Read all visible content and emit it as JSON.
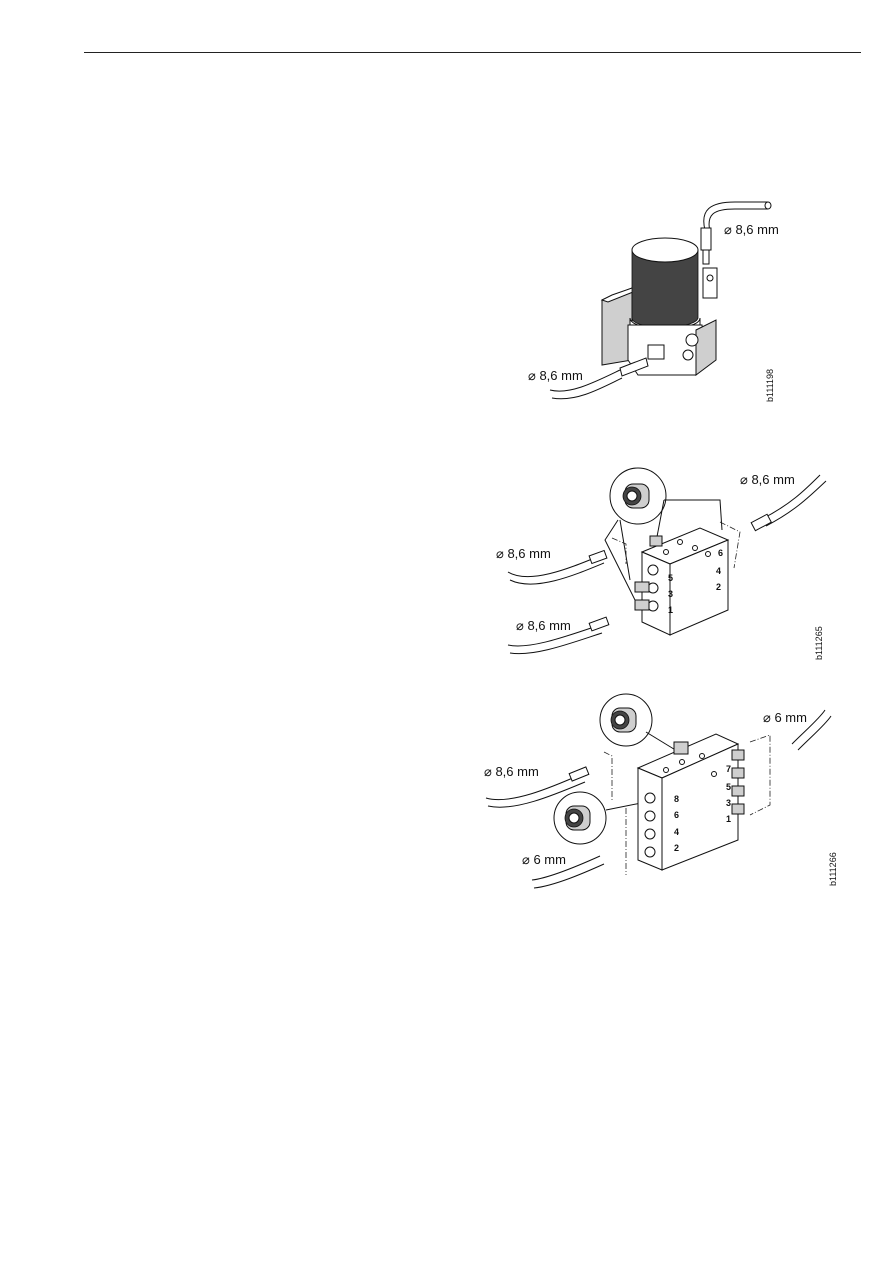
{
  "figures": [
    {
      "id": "pump",
      "code": "b111198",
      "labels": [
        "⌀ 8,6 mm",
        "⌀ 8,6 mm"
      ]
    },
    {
      "id": "distributor-6",
      "code": "b111265",
      "labels": [
        "⌀ 8,6 mm",
        "⌀ 8,6 mm",
        "⌀ 8,6 mm"
      ],
      "outlet_numbers": [
        "6",
        "4",
        "2",
        "5",
        "3",
        "1"
      ]
    },
    {
      "id": "distributor-8",
      "code": "b111266",
      "labels": [
        "⌀ 6 mm",
        "⌀ 8,6 mm",
        "⌀ 6 mm"
      ],
      "outlet_numbers_right": [
        "7",
        "5",
        "3",
        "1"
      ],
      "outlet_numbers_left": [
        "8",
        "6",
        "4",
        "2"
      ]
    }
  ]
}
